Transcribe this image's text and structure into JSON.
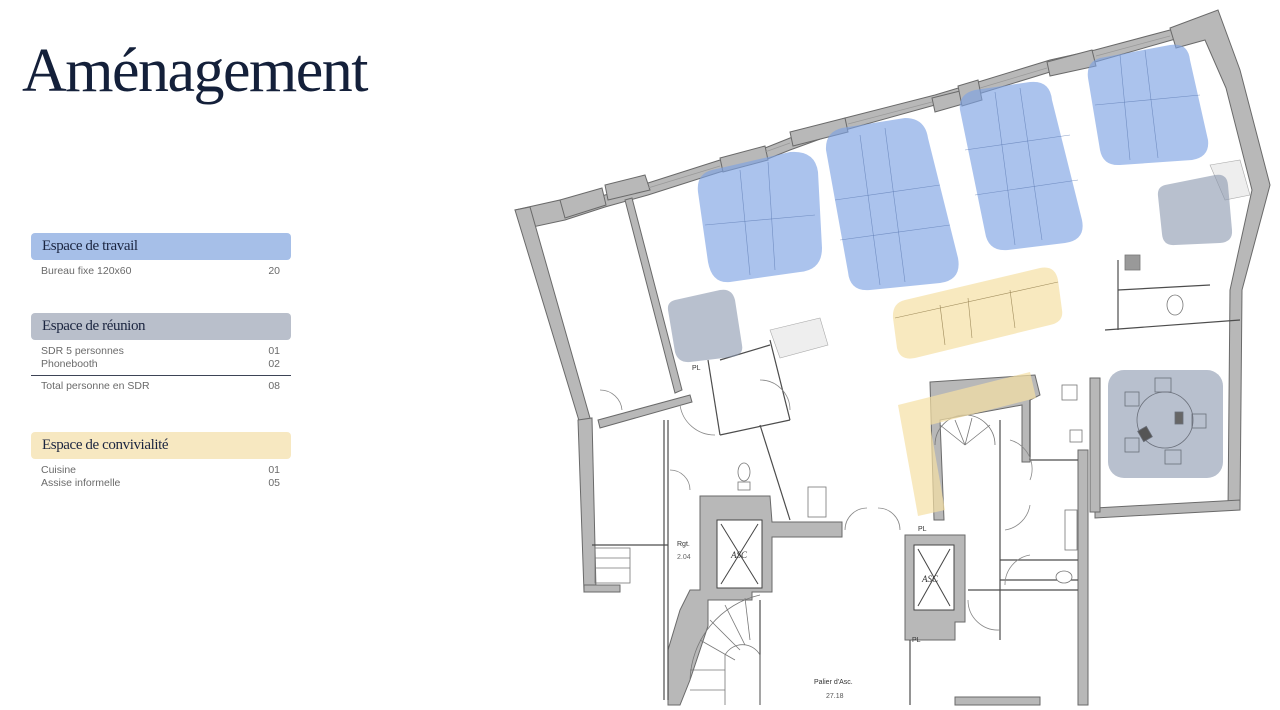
{
  "title": "Aménagement",
  "colors": {
    "travail": "#a6bfe8",
    "reunion": "#b9bfcb",
    "convivialite": "#f7e8c1",
    "title_text": "#14203a",
    "wall": "#b5b5b5"
  },
  "legend": {
    "travail": {
      "label": "Espace de travail",
      "items": [
        {
          "name": "Bureau fixe 120x60",
          "value": "20"
        }
      ]
    },
    "reunion": {
      "label": "Espace de réunion",
      "items": [
        {
          "name": "SDR 5 personnes",
          "value": "01"
        },
        {
          "name": "Phonebooth",
          "value": "02"
        }
      ],
      "total": {
        "name": "Total personne en SDR",
        "value": "08"
      }
    },
    "convivialite": {
      "label": "Espace de convivialité",
      "items": [
        {
          "name": "Cuisine",
          "value": "01"
        },
        {
          "name": "Assise informelle",
          "value": "05"
        }
      ]
    }
  },
  "plan": {
    "labels": {
      "rgt": "Rgt.",
      "rgt_num": "2.04",
      "asc1": "ASC",
      "asc2": "ASC",
      "pl1": "PL",
      "pl2": "PL",
      "pl3": "PL",
      "palier": "Palier d'Asc.",
      "palier_num": "27.18"
    }
  }
}
